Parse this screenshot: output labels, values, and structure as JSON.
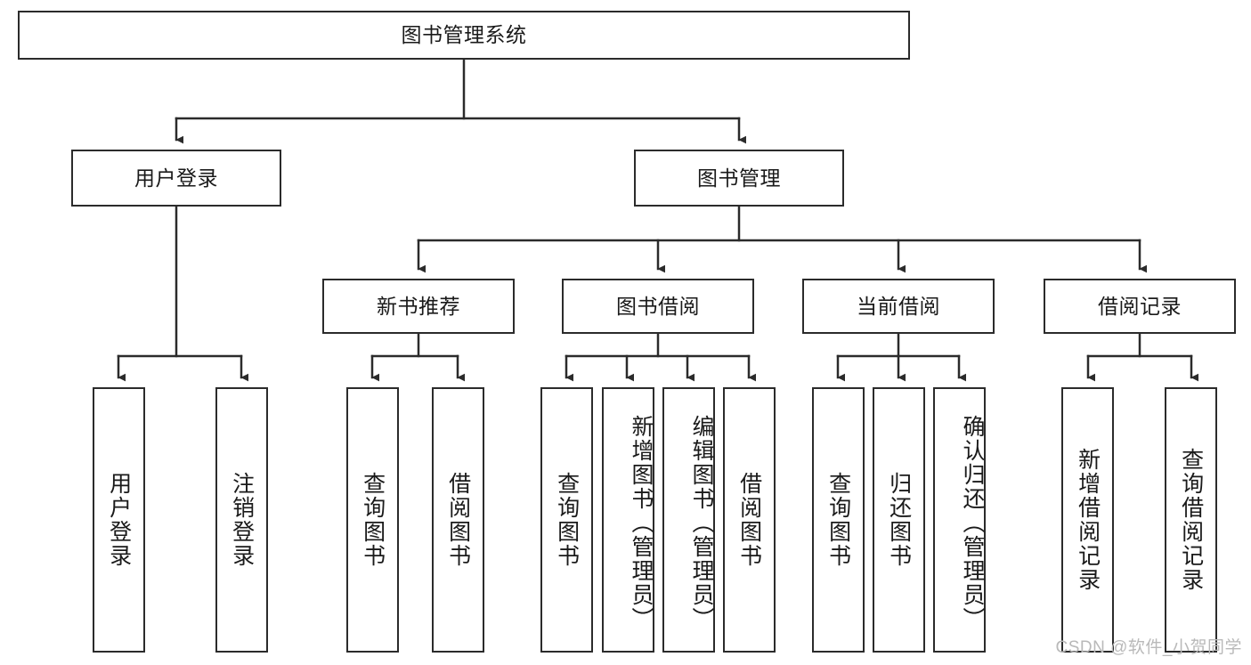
{
  "diagram": {
    "title": "图书管理系统",
    "type": "hierarchy-tree",
    "root": {
      "label": "图书管理系统"
    },
    "level2": [
      {
        "label": "用户登录"
      },
      {
        "label": "图书管理"
      }
    ],
    "level3": [
      {
        "label": "新书推荐"
      },
      {
        "label": "图书借阅"
      },
      {
        "label": "当前借阅"
      },
      {
        "label": "借阅记录"
      }
    ],
    "leaves": [
      {
        "label": "用户登录",
        "parent": "用户登录"
      },
      {
        "label": "注销登录",
        "parent": "用户登录"
      },
      {
        "label": "查询图书",
        "parent": "新书推荐"
      },
      {
        "label": "借阅图书",
        "parent": "新书推荐"
      },
      {
        "label": "查询图书",
        "parent": "图书借阅"
      },
      {
        "label": "新增图书（管理员）",
        "parent": "图书借阅"
      },
      {
        "label": "编辑图书（管理员）",
        "parent": "图书借阅"
      },
      {
        "label": "借阅图书",
        "parent": "图书借阅"
      },
      {
        "label": "查询图书",
        "parent": "当前借阅"
      },
      {
        "label": "归还图书",
        "parent": "当前借阅"
      },
      {
        "label": "确认归还（管理员）",
        "parent": "当前借阅"
      },
      {
        "label": "新增借阅记录",
        "parent": "借阅记录"
      },
      {
        "label": "查询借阅记录",
        "parent": "借阅记录"
      }
    ]
  },
  "watermark": {
    "text": "CSDN @软件_小贺同学"
  },
  "colors": {
    "stroke": "#2b2b2b",
    "background": "#ffffff",
    "text": "#1a1a1a",
    "watermark": "#b9b9b9"
  }
}
